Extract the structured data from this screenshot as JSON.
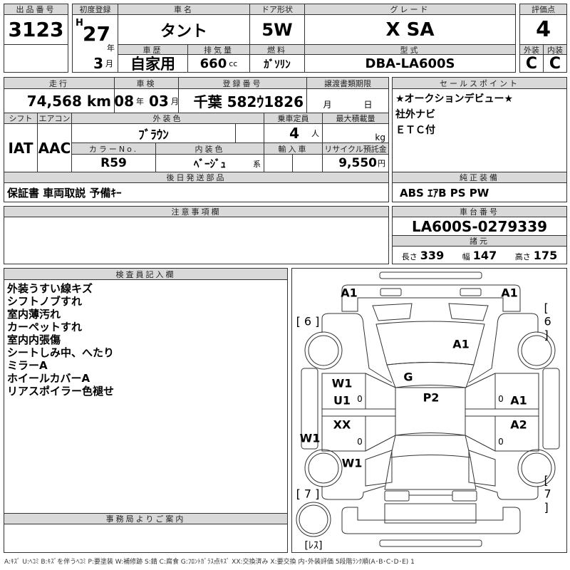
{
  "lot": {
    "label": "出品番号",
    "value": "3123"
  },
  "first_reg": {
    "label": "初度登録",
    "era": "H",
    "year": "27",
    "year_unit": "年",
    "month": "3",
    "month_unit": "月"
  },
  "car_name": {
    "label": "車名",
    "value": "タント"
  },
  "door": {
    "label": "ドア形状",
    "value": "5W"
  },
  "grade": {
    "label": "グレード",
    "value": "X SA"
  },
  "history": {
    "label": "車歴",
    "value": "自家用"
  },
  "displacement": {
    "label": "排気量",
    "value": "660",
    "unit": "cc"
  },
  "fuel": {
    "label": "燃料",
    "value": "ｶﾞｿﾘﾝ"
  },
  "model": {
    "label": "型式",
    "value": "DBA-LA600S"
  },
  "score": {
    "label": "評価点",
    "value": "4",
    "ext_label": "外装",
    "int_label": "内装",
    "ext": "C",
    "int": "C"
  },
  "mileage": {
    "label": "走行",
    "value": "74,568",
    "unit": "km"
  },
  "inspection": {
    "label": "車検",
    "year": "08",
    "year_unit": "年",
    "month": "03",
    "month_unit": "月"
  },
  "plate": {
    "label": "登録番号",
    "value": "千葉 582ｳ1826"
  },
  "transfer": {
    "label": "譲渡書類期限",
    "month_unit": "月",
    "day_unit": "日"
  },
  "shift": {
    "label": "シフト",
    "value": "IAT"
  },
  "aircon": {
    "label": "エアコン",
    "value": "AAC"
  },
  "ext_color": {
    "label": "外装色",
    "value": "ﾌﾞﾗｳﾝ"
  },
  "capacity": {
    "label": "乗車定員",
    "value": "4",
    "unit": "人"
  },
  "max_load": {
    "label": "最大積載量",
    "unit": "kg"
  },
  "color_no": {
    "label": "カラーNo.",
    "value": "R59"
  },
  "int_color": {
    "label": "内装色",
    "value": "ﾍﾞｰｼﾞｭ",
    "suffix": "系"
  },
  "import": {
    "label": "輸入車"
  },
  "recycle": {
    "label": "リサイクル預託金",
    "value": "9,550",
    "unit": "円"
  },
  "later_parts": {
    "label": "後日発送部品",
    "value": "保証書 車両取説 予備ｷｰ"
  },
  "sales_points": {
    "label": "セールスポイント",
    "items": [
      "★オークションデビュー★",
      "社外ナビ",
      "ＥＴＣ付"
    ]
  },
  "genuine": {
    "label": "純正装備",
    "value": "ABS ｴｱB PS PW"
  },
  "notes": {
    "label": "注意事項欄"
  },
  "chassis": {
    "label": "車台番号",
    "value": "LA600S-0279339",
    "spec_label": "諸元",
    "length_label": "長さ",
    "length": "339",
    "width_label": "幅",
    "width": "147",
    "height_label": "高さ",
    "height": "175"
  },
  "inspector": {
    "label": "検査員記入欄",
    "items": [
      "外装うすい線キズ",
      "シフトノブすれ",
      "室内薄汚れ",
      "カーペットすれ",
      "室内内張傷",
      "シートしみ中、へたり",
      "ミラーA",
      "ホイールカバーA",
      "リアスポイラー色褪せ"
    ]
  },
  "office": {
    "label": "事務局よりご案内"
  },
  "diagram": {
    "marks": [
      "A1",
      "A1",
      "[ 6 ]",
      "[ 6 ]",
      "A1",
      "G",
      "W1",
      "U1",
      "0",
      "P2",
      "0",
      "A1",
      "XX",
      "A2",
      "W1",
      "0",
      "0",
      "W1",
      "[ 7 ]",
      "[ 7 ]",
      "[ﾚｽ]"
    ]
  },
  "legend": "A:ｷｽﾞ U:ﾍｺﾐ B:ｷｽﾞを伴うﾍｺﾐ P:要塗装 W:補修跡 S:錆 C:腐食 G:ﾌﾛﾝﾄｶﾞﾗｽ点ｷｽﾞ XX:交換済み X:要交換 内･外装評価 5段階ﾗﾝｸ順(A･B･C･D･E) 1"
}
